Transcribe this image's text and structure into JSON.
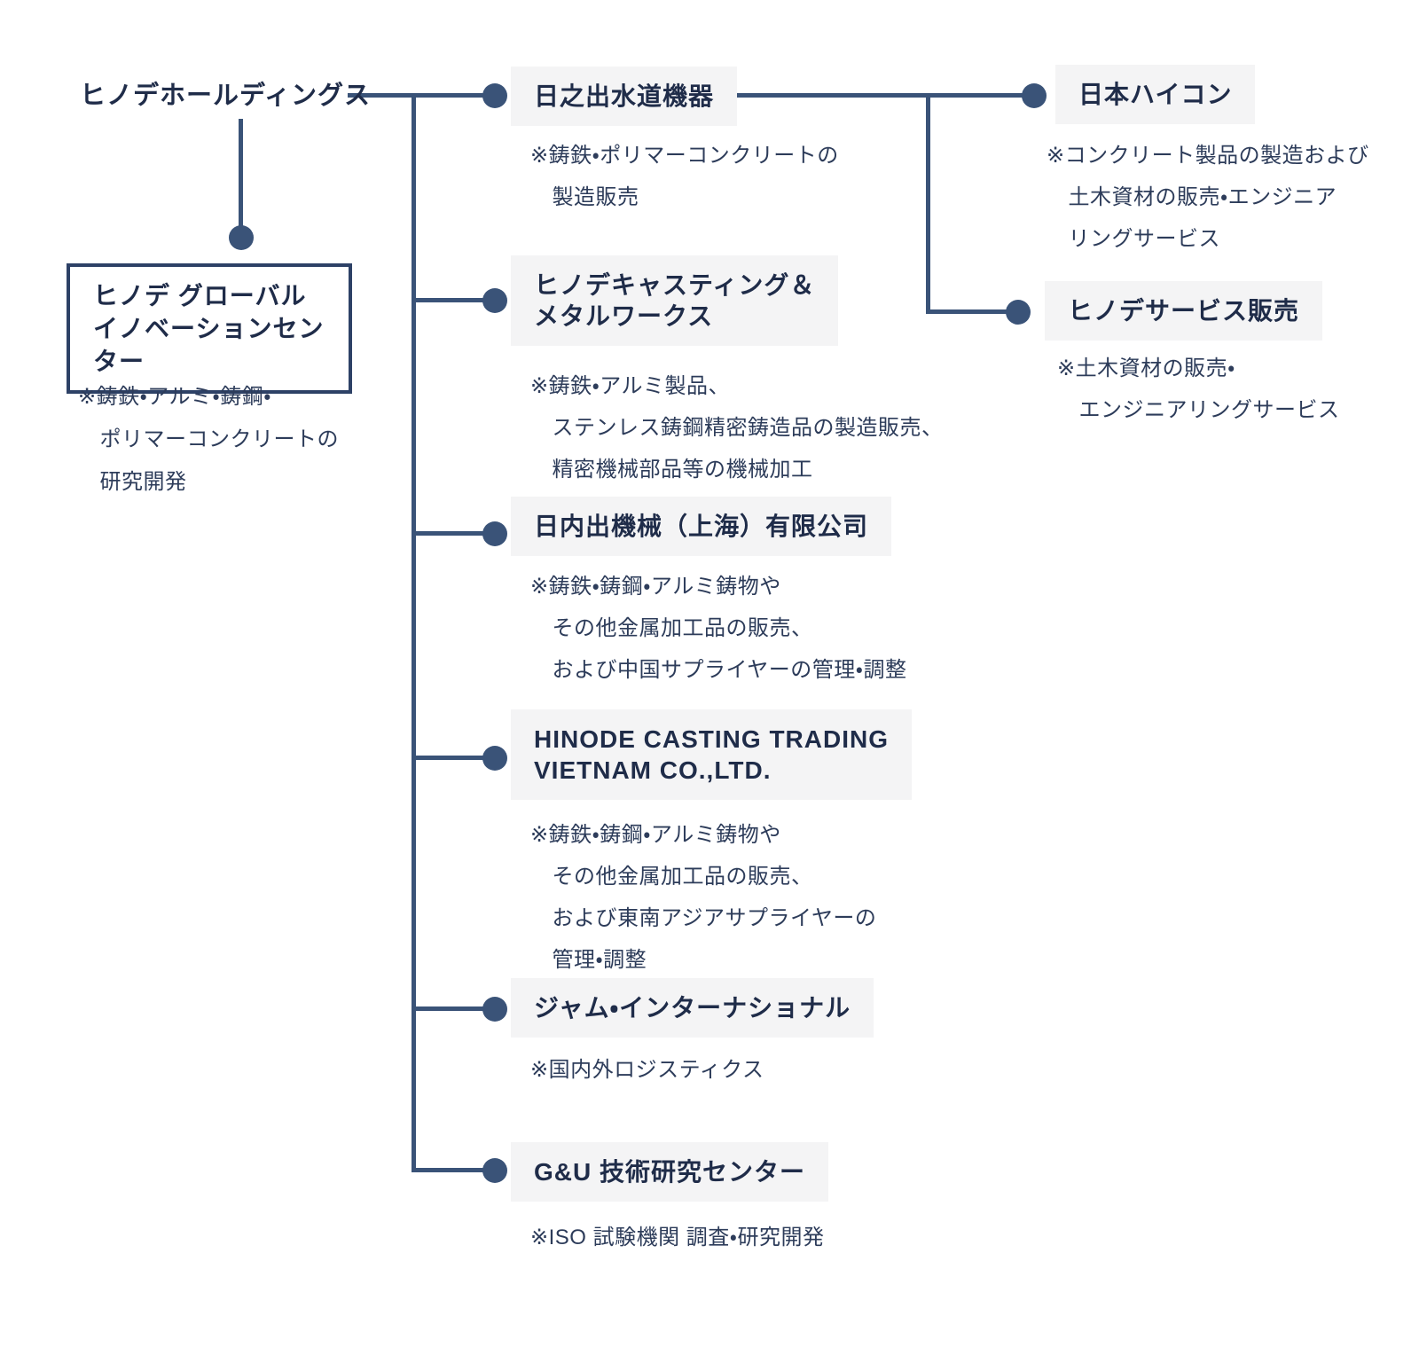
{
  "org": {
    "root": {
      "label": "ヒノデホールディングス"
    },
    "innovation": {
      "title": "ヒノデ グローバル\nイノベーションセンター",
      "note": "※鋳鉄・アルミ・鋳鋼・\n　ポリマーコンクリートの\n　研究開発"
    },
    "subsidiaries": [
      {
        "title": "日之出水道機器",
        "note": "※鋳鉄・ポリマーコンクリートの\n　製造販売"
      },
      {
        "title": "ヒノデキャスティング＆\nメタルワークス",
        "note": "※鋳鉄・アルミ製品、\n　ステンレス鋳鋼精密鋳造品の製造販売、\n　精密機械部品等の機械加工"
      },
      {
        "title": "日内出機械（上海）有限公司",
        "note": "※鋳鉄・鋳鋼・アルミ鋳物や\n　その他金属加工品の販売、\n　および中国サプライヤーの管理・調整"
      },
      {
        "title": "HINODE CASTING TRADING\nVIETNAM CO.,LTD.",
        "note": "※鋳鉄・鋳鋼・アルミ鋳物や\n　その他金属加工品の販売、\n　および東南アジアサプライヤーの\n　管理・調整"
      },
      {
        "title": "ジャム・インターナショナル",
        "note": "※国内外ロジスティクス"
      },
      {
        "title": "G&U 技術研究センター",
        "note": "※ISO 試験機関 調査・研究開発"
      }
    ],
    "second_level": [
      {
        "title": "日本ハイコン",
        "note": "※コンクリート製品の製造および\n　土木資材の販売・エンジニア\n　リングサービス"
      },
      {
        "title": "ヒノデサービス販売",
        "note": "※土木資材の販売・\n　エンジニアリングサービス"
      }
    ],
    "colors": {
      "line": "#3a5378",
      "heading_text": "#1f2c49",
      "note_text": "#2d3c5a",
      "heading_bg": "#f4f4f5",
      "box_border": "#2d4166",
      "background": "#ffffff"
    }
  }
}
